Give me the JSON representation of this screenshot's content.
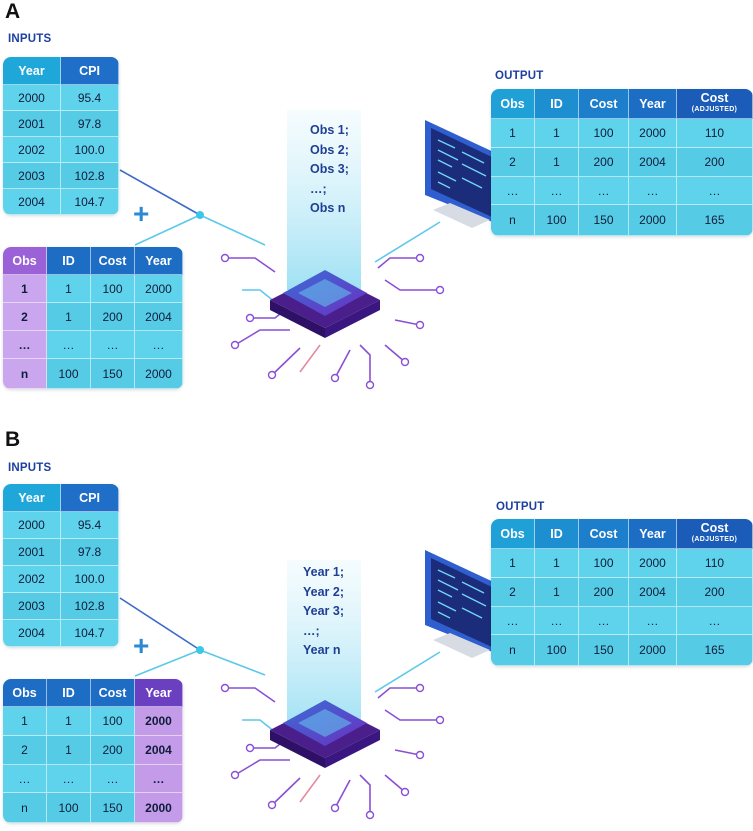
{
  "panels": [
    {
      "letter": "A",
      "inputs_label": "INPUTS",
      "output_label": "OUTPUT",
      "cpi_table": {
        "headers": [
          "Year",
          "CPI"
        ],
        "rows": [
          [
            "2000",
            "95.4"
          ],
          [
            "2001",
            "97.8"
          ],
          [
            "2002",
            "100.0"
          ],
          [
            "2003",
            "102.8"
          ],
          [
            "2004",
            "104.7"
          ]
        ]
      },
      "plus": "+",
      "obs_table": {
        "headers": [
          "Obs",
          "ID",
          "Cost",
          "Year"
        ],
        "rows": [
          [
            "1",
            "1",
            "100",
            "2000"
          ],
          [
            "2",
            "1",
            "200",
            "2004"
          ],
          [
            "…",
            "…",
            "…",
            "…"
          ],
          [
            "n",
            "100",
            "150",
            "2000"
          ]
        ]
      },
      "sequence": [
        "Obs 1;",
        "Obs 2;",
        "Obs 3;",
        "…;",
        "Obs n"
      ],
      "output_table": {
        "headers": [
          "Obs",
          "ID",
          "Cost",
          "Year"
        ],
        "cost_adj_header": "Cost",
        "cost_adj_sub": "(ADJUSTED)",
        "rows": [
          [
            "1",
            "1",
            "100",
            "2000",
            "110"
          ],
          [
            "2",
            "1",
            "200",
            "2004",
            "200"
          ],
          [
            "…",
            "…",
            "…",
            "…",
            "…"
          ],
          [
            "n",
            "100",
            "150",
            "2000",
            "165"
          ]
        ]
      }
    },
    {
      "letter": "B",
      "inputs_label": "INPUTS",
      "output_label": "OUTPUT",
      "cpi_table": {
        "headers": [
          "Year",
          "CPI"
        ],
        "rows": [
          [
            "2000",
            "95.4"
          ],
          [
            "2001",
            "97.8"
          ],
          [
            "2002",
            "100.0"
          ],
          [
            "2003",
            "102.8"
          ],
          [
            "2004",
            "104.7"
          ]
        ]
      },
      "plus": "+",
      "obs_table": {
        "headers": [
          "Obs",
          "ID",
          "Cost",
          "Year"
        ],
        "rows": [
          [
            "1",
            "1",
            "100",
            "2000"
          ],
          [
            "2",
            "1",
            "200",
            "2004"
          ],
          [
            "…",
            "…",
            "…",
            "…"
          ],
          [
            "n",
            "100",
            "150",
            "2000"
          ]
        ]
      },
      "sequence": [
        "Year 1;",
        "Year 2;",
        "Year 3;",
        "…;",
        "Year n"
      ],
      "output_table": {
        "headers": [
          "Obs",
          "ID",
          "Cost",
          "Year"
        ],
        "cost_adj_header": "Cost",
        "cost_adj_sub": "(ADJUSTED)",
        "rows": [
          [
            "1",
            "1",
            "100",
            "2000",
            "110"
          ],
          [
            "2",
            "1",
            "200",
            "2004",
            "200"
          ],
          [
            "…",
            "…",
            "…",
            "…",
            "…"
          ],
          [
            "n",
            "100",
            "150",
            "2000",
            "165"
          ]
        ]
      }
    }
  ],
  "colors": {
    "accent_blue": "#1d3fa0",
    "cyan": "#5fd3ec",
    "purple": "#7b3fcc"
  }
}
